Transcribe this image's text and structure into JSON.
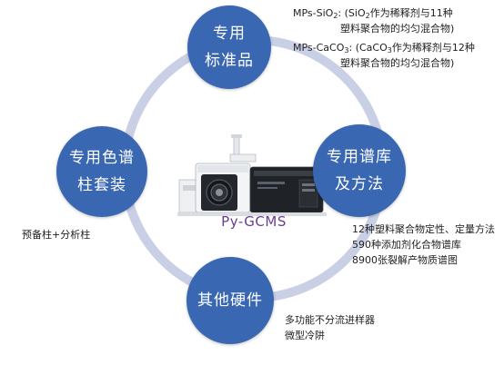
{
  "colors": {
    "node_fill": "#3a67b1",
    "ring": "#c9d0e6",
    "center_label": "#6a3d8f"
  },
  "center": {
    "label": "Py-GCMS",
    "image": "pyrolysis-gcms-instrument"
  },
  "nodes": {
    "top": {
      "line1": "专用",
      "line2": "标准品"
    },
    "left": {
      "line1": "专用色谱",
      "line2": "柱套装"
    },
    "right": {
      "line1": "专用谱库",
      "line2": "及方法"
    },
    "bottom": {
      "line1": "其他硬件"
    }
  },
  "notes": {
    "standards": {
      "sio2_name": "MPs-SiO",
      "sio2_sub": "2",
      "sio2_mid": ": (SiO",
      "sio2_mid_sub": "2",
      "sio2_tail": "作为稀释剂与11种",
      "sio2_cont": "塑料聚合物的均匀混合物)",
      "caco3_name": "MPs-CaCO",
      "caco3_sub": "3",
      "caco3_mid": ": (CaCO",
      "caco3_mid_sub": "3",
      "caco3_tail": "作为稀释剂与12种",
      "caco3_cont": "塑料聚合物的均匀混合物)"
    },
    "columns": {
      "line1": "预备柱+分析柱"
    },
    "library": {
      "line1": "12种塑料聚合物定性、定量方法",
      "line2": "590种添加剂化合物谱库",
      "line3": "8900张裂解产物质谱图"
    },
    "hardware": {
      "line1": "多功能不分流进样器",
      "line2": "微型冷阱"
    }
  }
}
